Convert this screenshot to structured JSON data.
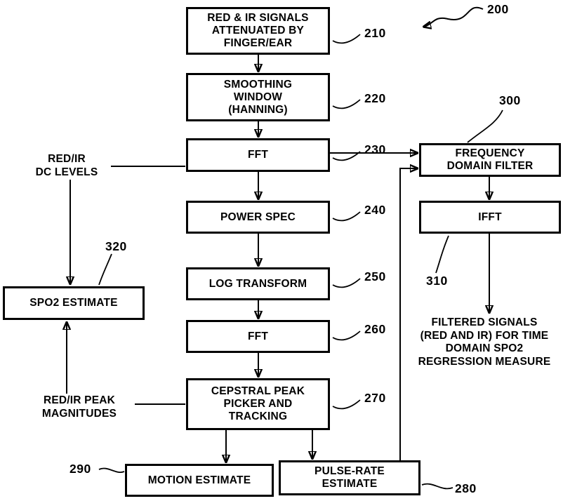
{
  "figure": {
    "ref": "200",
    "nodes": {
      "attenuated": {
        "ref": "210",
        "lines": [
          "RED & IR SIGNALS",
          "ATTENUATED BY",
          "FINGER/EAR"
        ]
      },
      "smoothing": {
        "ref": "220",
        "lines": [
          "SMOOTHING",
          "WINDOW",
          "(HANNING)"
        ]
      },
      "fft1": {
        "ref": "230",
        "label": "FFT"
      },
      "power_spec": {
        "ref": "240",
        "label": "POWER SPEC"
      },
      "log_transform": {
        "ref": "250",
        "label": "LOG TRANSFORM"
      },
      "fft2": {
        "ref": "260",
        "label": "FFT"
      },
      "cepstral": {
        "ref": "270",
        "lines": [
          "CEPSTRAL PEAK",
          "PICKER AND",
          "TRACKING"
        ]
      },
      "motion": {
        "ref": "290",
        "label": "MOTION ESTIMATE"
      },
      "pulse_rate": {
        "ref": "280",
        "lines": [
          "PULSE-RATE",
          "ESTIMATE"
        ]
      },
      "freq_filter": {
        "ref": "300",
        "lines": [
          "FREQUENCY",
          "DOMAIN FILTER"
        ]
      },
      "ifft": {
        "ref": "310",
        "label": "IFFT"
      },
      "spo2": {
        "ref": "320",
        "label": "SPO2 ESTIMATE"
      }
    },
    "annotations": {
      "dc_levels": {
        "lines": [
          "RED/IR",
          "DC LEVELS"
        ]
      },
      "peak_magnitudes": {
        "lines": [
          "RED/IR PEAK",
          "MAGNITUDES"
        ]
      },
      "filtered_signals": {
        "lines": [
          "FILTERED SIGNALS",
          "(RED AND IR) FOR TIME",
          "DOMAIN SPO2",
          "REGRESSION MEASURE"
        ]
      }
    },
    "colors": {
      "line": "#000000",
      "background": "#ffffff"
    }
  }
}
